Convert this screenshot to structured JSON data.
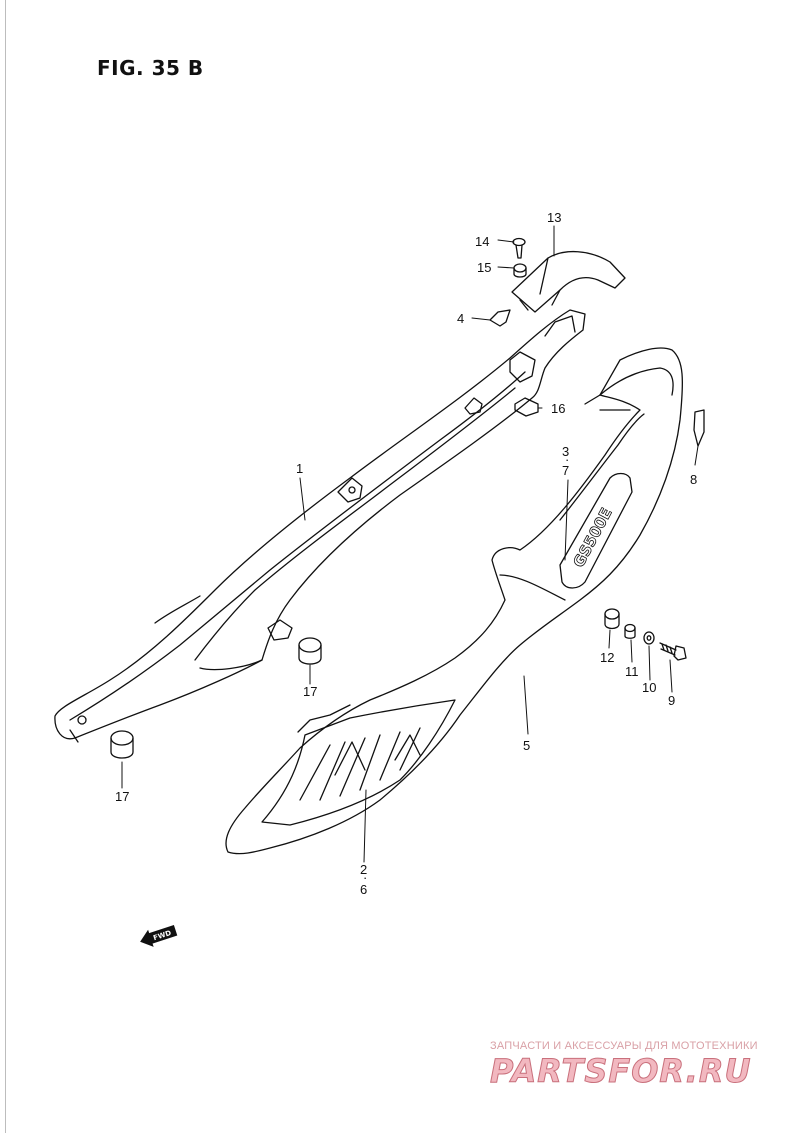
{
  "figure": {
    "title": "FIG. 35 B"
  },
  "parts": [
    {
      "id": "1",
      "label": "1"
    },
    {
      "id": "2-6",
      "label": "2\n·\n6"
    },
    {
      "id": "3-7",
      "label": "3\n·\n7"
    },
    {
      "id": "4",
      "label": "4"
    },
    {
      "id": "5",
      "label": "5"
    },
    {
      "id": "8",
      "label": "8"
    },
    {
      "id": "9",
      "label": "9"
    },
    {
      "id": "10",
      "label": "10"
    },
    {
      "id": "11",
      "label": "11"
    },
    {
      "id": "12",
      "label": "12"
    },
    {
      "id": "13",
      "label": "13"
    },
    {
      "id": "14",
      "label": "14"
    },
    {
      "id": "15",
      "label": "15"
    },
    {
      "id": "16",
      "label": "16"
    },
    {
      "id": "17a",
      "label": "17"
    },
    {
      "id": "17b",
      "label": "17"
    }
  ],
  "direction_marker": {
    "text": "FWD",
    "icon": "forward-arrow-icon"
  },
  "decal_text": "GS500E",
  "watermark": {
    "tagline": "ЗАПЧАСТИ И АКСЕССУАРЫ ДЛЯ МОТОТЕХНИКИ",
    "logo_text": "PARTSFOR.RU"
  }
}
